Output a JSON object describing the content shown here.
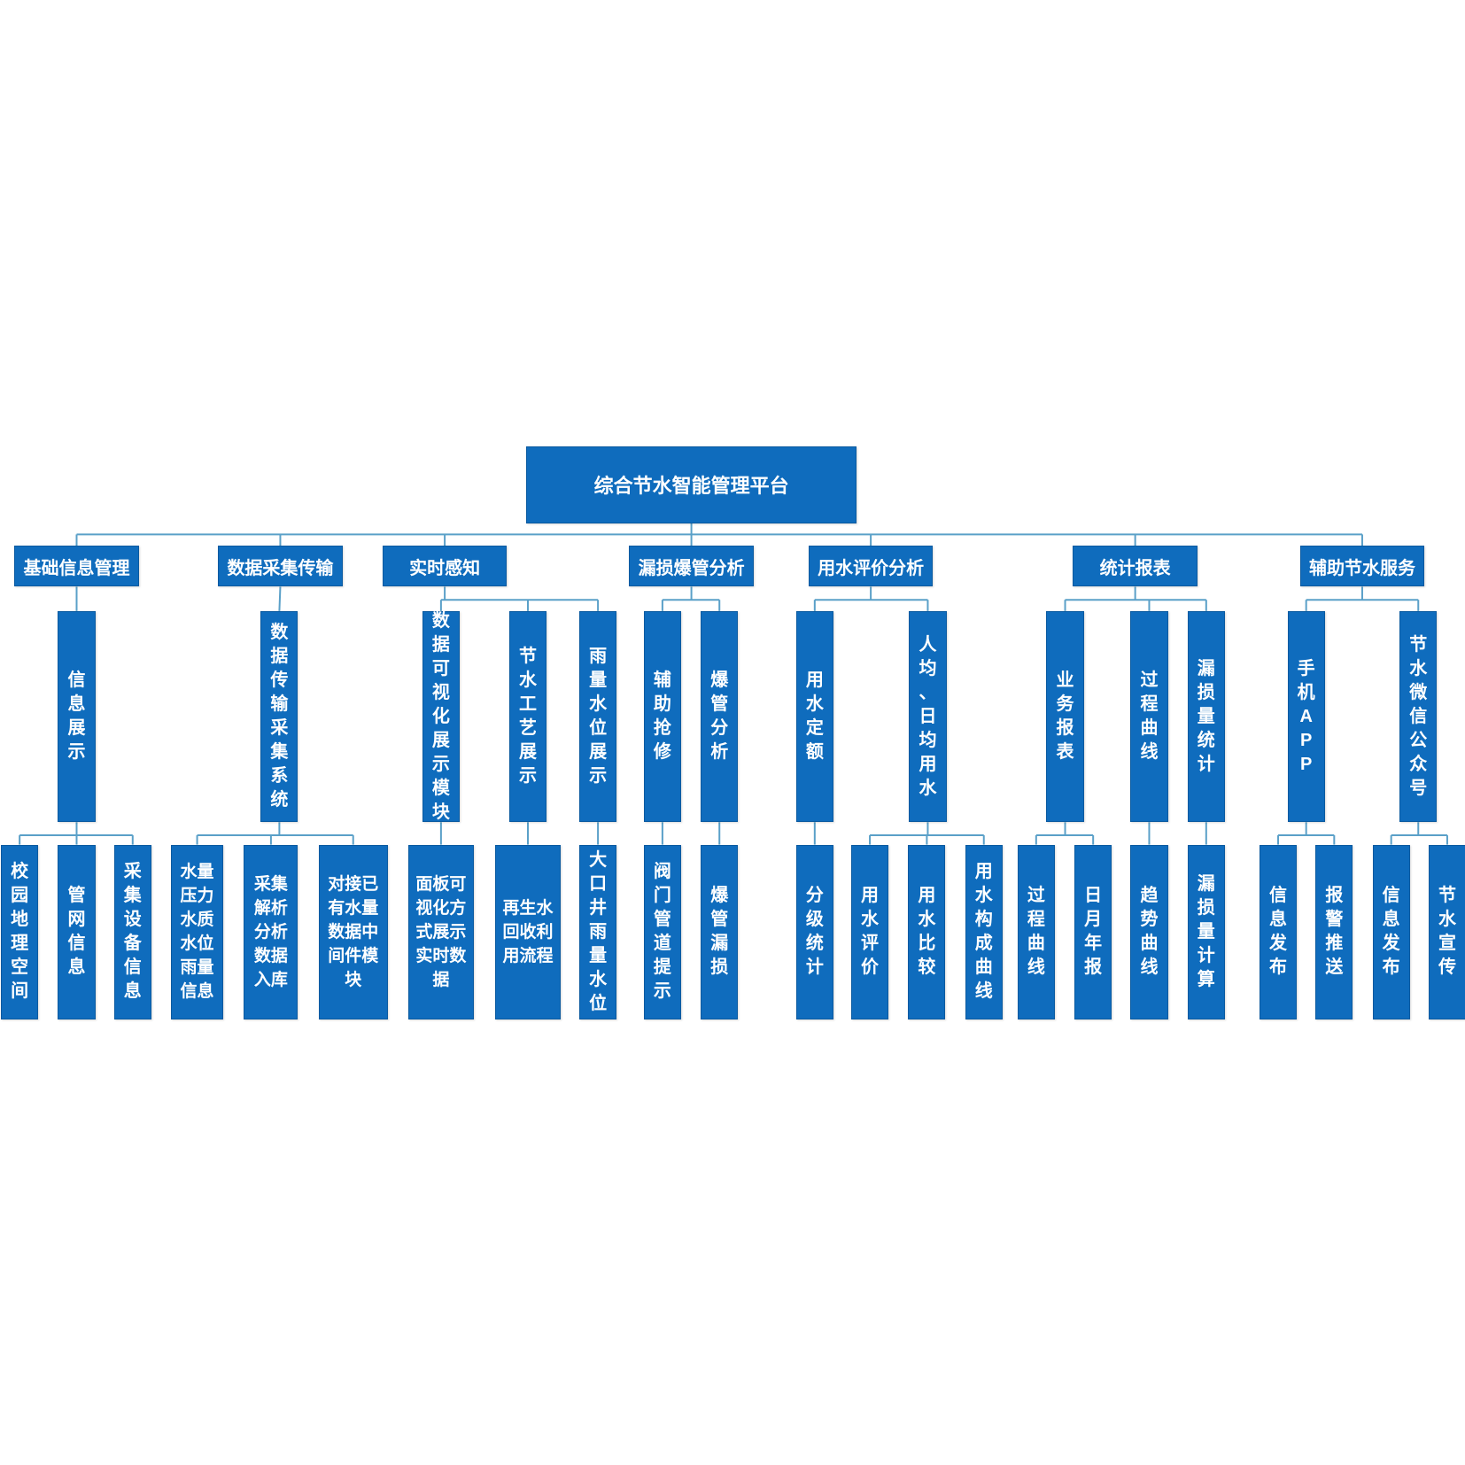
{
  "colors": {
    "box": "#0f6cbd",
    "text": "#ffffff",
    "line": "#5aa0c8"
  },
  "root": {
    "label": "综合节水智能管理平台"
  },
  "modules": [
    {
      "label": "基础信息管理",
      "subs": [
        {
          "label": "信息展示",
          "items": [
            "校园地理空间",
            "管网信息",
            "采集设备信息"
          ]
        }
      ]
    },
    {
      "label": "数据采集传输",
      "subs": [
        {
          "label": "数据传输采集系统",
          "items": [
            "水量\n压力\n水质\n水位\n雨量\n信息",
            "采集\n解析\n分析\n数据\n入库",
            "对接已\n有水量\n数据中\n间件模\n块"
          ]
        }
      ]
    },
    {
      "label": "实时感知",
      "subs": [
        {
          "label": "数据可视化展示模块",
          "items": [
            "面板可\n视化方\n式展示\n实时数\n据"
          ]
        },
        {
          "label": "节水工艺展示",
          "items": [
            "再生水\n回收利\n用流程"
          ]
        },
        {
          "label": "雨量水位展示",
          "items": [
            "大口井雨量水位"
          ]
        }
      ]
    },
    {
      "label": "漏损爆管分析",
      "subs": [
        {
          "label": "辅助抢修",
          "items": [
            "阀门管道提示"
          ]
        },
        {
          "label": "爆管分析",
          "items": [
            "爆管漏损"
          ]
        }
      ]
    },
    {
      "label": "用水评价分析",
      "subs": [
        {
          "label": "用水定额",
          "items": [
            "分级统计"
          ]
        },
        {
          "label": "人均、日均用水",
          "items": [
            "用水评价",
            "用水比较",
            "用水构成曲线"
          ]
        }
      ]
    },
    {
      "label": "统计报表",
      "subs": [
        {
          "label": "业务报表",
          "items": [
            "过程曲线",
            "日月年报"
          ]
        },
        {
          "label": "过程曲线",
          "items": [
            "趋势曲线"
          ]
        },
        {
          "label": "漏损量统计",
          "items": [
            "漏损量计算"
          ]
        }
      ]
    },
    {
      "label": "辅助节水服务",
      "subs": [
        {
          "label": "手机APP",
          "items": [
            "信息发布",
            "报警推送"
          ]
        },
        {
          "label": "节水微信公众号",
          "items": [
            "信息发布",
            "节水宣传"
          ]
        }
      ]
    }
  ]
}
